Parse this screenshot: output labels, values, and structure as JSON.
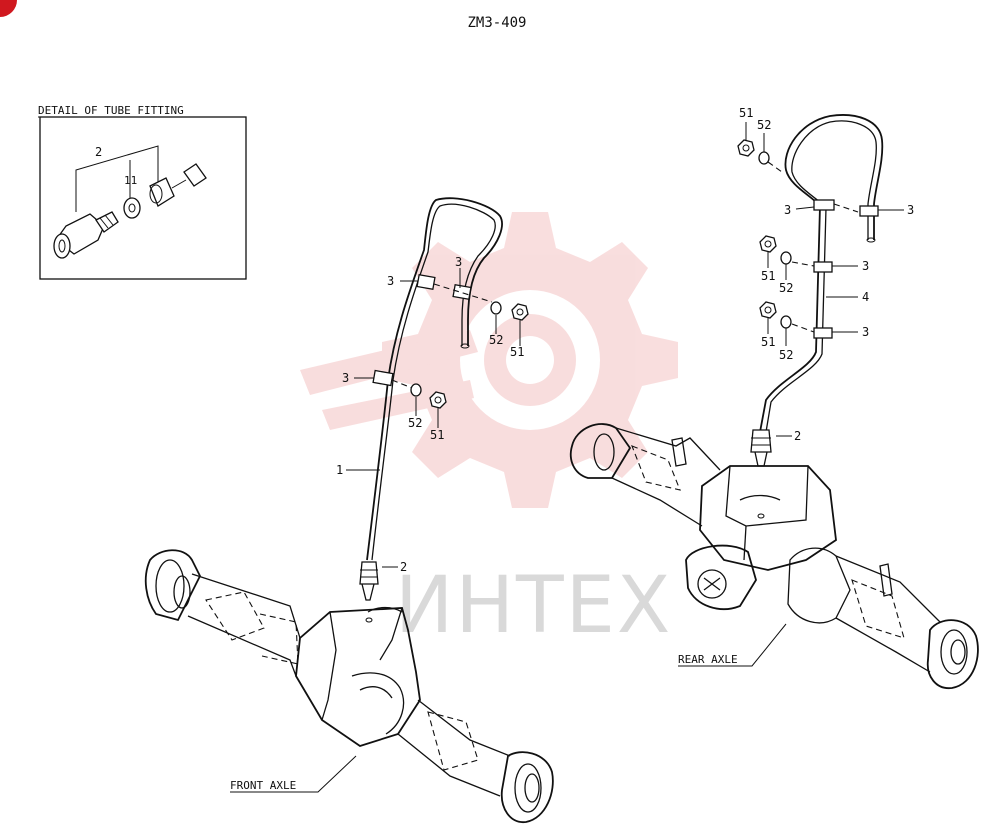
{
  "page_title": "ZM3-409",
  "detail": {
    "title": "DETAIL OF TUBE FITTING",
    "labels": [
      "2",
      "11"
    ]
  },
  "front_axle": {
    "name": "FRONT AXLE",
    "labels": [
      "1",
      "2",
      "3",
      "3",
      "3",
      "52",
      "51",
      "52",
      "51"
    ]
  },
  "rear_axle": {
    "name": "REAR AXLE",
    "labels": [
      "51",
      "52",
      "3",
      "3",
      "51",
      "52",
      "3",
      "4",
      "51",
      "52",
      "3",
      "2"
    ]
  },
  "watermark": {
    "text": "ИНТЕХ",
    "color": "#f2b6b6"
  },
  "colors": {
    "line": "#111111",
    "watermark_gear": "#f4c2c2",
    "badge": "#d0181f"
  }
}
